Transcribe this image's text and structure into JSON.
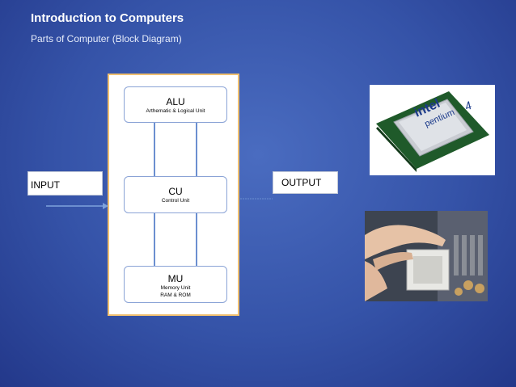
{
  "header": {
    "title": "Introduction to Computers",
    "subtitle": "Parts of Computer (Block Diagram)"
  },
  "diagram": {
    "alu": {
      "label": "ALU",
      "sub1": "Arthematic & Logical Unit"
    },
    "cu": {
      "label": "CU",
      "sub1": "Control Unit"
    },
    "mu": {
      "label": "MU",
      "sub1": "Memory Unit",
      "sub2": "RAM & ROM"
    },
    "input": "INPUT",
    "output": "OUTPUT"
  },
  "photos": {
    "cpu_brand": "intel",
    "cpu_model": "pentium",
    "cpu_number": "4"
  },
  "colors": {
    "background": "#3553a8",
    "connector": "#6b8fd0",
    "frame_border": "#f0c070"
  }
}
